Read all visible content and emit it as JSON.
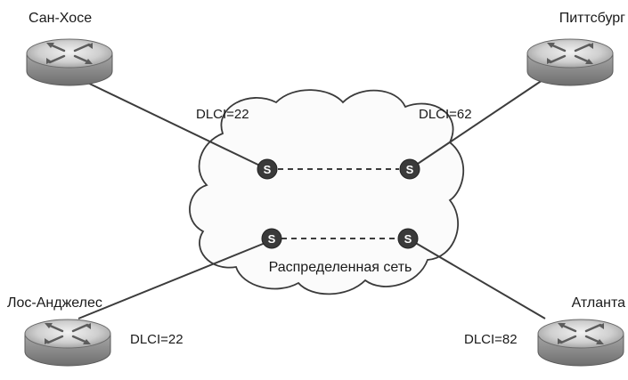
{
  "routers": {
    "sanjose": {
      "label": "Сан-Хосе",
      "icon": "router-icon"
    },
    "pittsburgh": {
      "label": "Питтсбург",
      "icon": "router-icon"
    },
    "losangeles": {
      "label": "Лос-Анджелес",
      "icon": "router-icon"
    },
    "atlanta": {
      "label": "Атланта",
      "icon": "router-icon"
    }
  },
  "dlci": {
    "sanjose": "DLCI=22",
    "pittsburgh": "DLCI=62",
    "losangeles": "DLCI=22",
    "atlanta": "DLCI=82"
  },
  "cloud": {
    "label": "Распределенная сеть",
    "icon": "cloud-icon"
  },
  "switches": {
    "top_left": "S",
    "top_right": "S",
    "bottom_left": "S",
    "bottom_right": "S"
  },
  "colors": {
    "switch_fill": "#3a3a3a",
    "router_body": "#c8c8c8",
    "line": "#3c3c3c"
  }
}
